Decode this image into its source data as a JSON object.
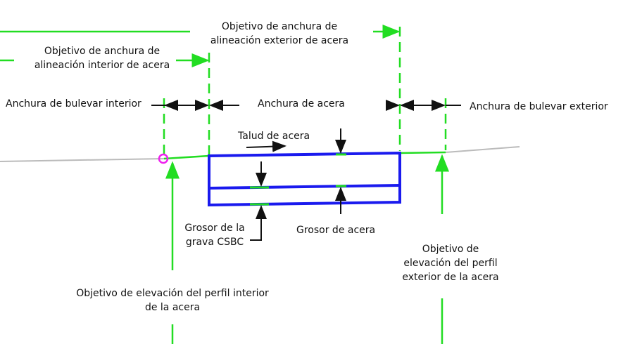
{
  "labels": {
    "outer_width_target": "Objetivo de anchura de\nalineación exterior de acera",
    "inner_width_target": "Objetivo de anchura de\nalineación interior de acera",
    "inner_boulevard_width": "Anchura de bulevar interior",
    "sidewalk_width": "Anchura de acera",
    "outer_boulevard_width": "Anchura de bulevar exterior",
    "sidewalk_slope": "Talud de acera",
    "gravel_thickness": "Grosor de la\ngrava CSBC",
    "sidewalk_thickness": "Grosor de acera",
    "outer_elevation_target": "Objetivo de\nelevación del perfil\nexterior de la acera",
    "inner_elevation_target": "Objetivo de elevación del perfil interior\nde la acera"
  },
  "colors": {
    "target": "#22dd22",
    "sidewalk": "#1a1aee",
    "ground": "#bbbbbb",
    "marker": "#ee22ee",
    "dimension": "#111111"
  }
}
